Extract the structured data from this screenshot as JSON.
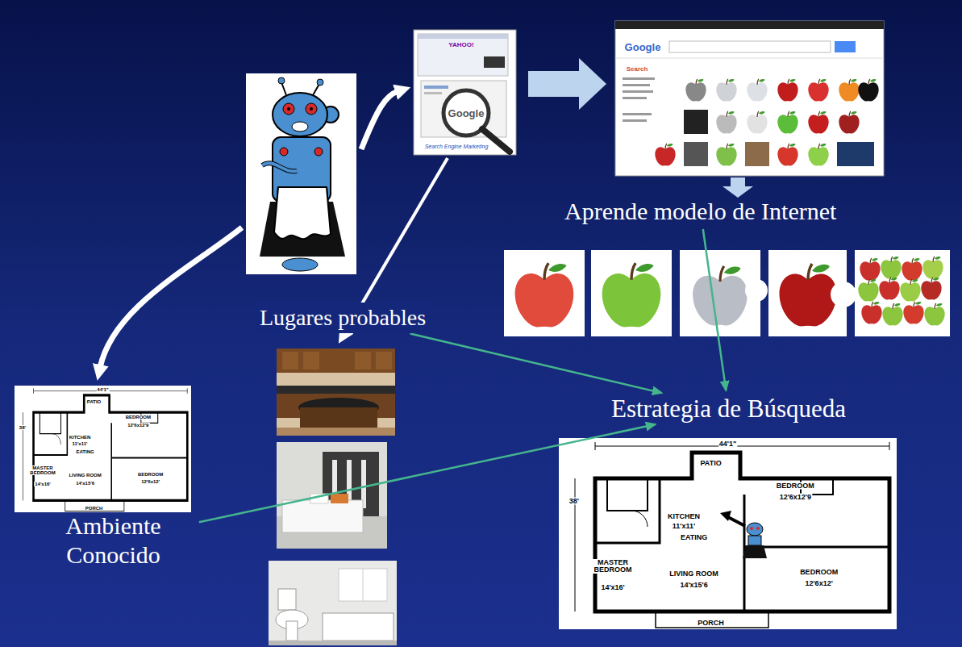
{
  "diagram": {
    "nodes": [
      {
        "text": [
          "Aprende modelo de Internet"
        ]
      },
      {
        "text": [
          "Lugares probables"
        ]
      },
      {
        "text": [
          "Estrategia de Búsqueda"
        ]
      },
      {
        "text": [
          "Ambiente Conocido"
        ]
      }
    ],
    "edges": [
      {
        "from": 1,
        "to": 2,
        "arrow": "to"
      },
      {
        "from": 0,
        "to": 2,
        "arrow": "to"
      },
      {
        "from": 3,
        "to": 2,
        "arrow": "to"
      }
    ],
    "labels": [
      "YAHOO!",
      "Google",
      "Search Engine Marketing",
      "Google",
      "Search",
      "44'1\"",
      "PATIO",
      "BEDROOM",
      "12'6x12'9",
      "KITCHEN",
      "11'x11'",
      "EATING",
      "MASTER BEDROOM",
      "14'x16'",
      "LIVING ROOM",
      "14'x15'6",
      "BEDROOM",
      "12'6x12'",
      "PORCH",
      "38'",
      "44'1\"",
      "PATIO",
      "BEDROOM",
      "12'6x12'9",
      "KITCHEN",
      "11'x11'",
      "EATING",
      "MASTER BEDROOM",
      "14'x16'",
      "LIVING ROOM",
      "14'x15'6",
      "BEDROOM",
      "12'6x12'",
      "PORCH",
      "38'"
    ]
  }
}
